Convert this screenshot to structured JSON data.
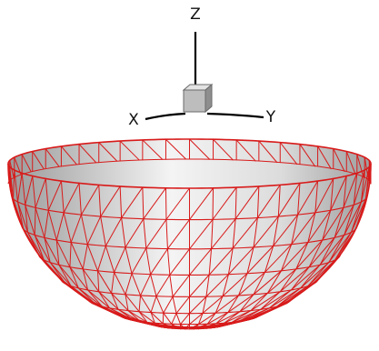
{
  "triad": {
    "z_label": "Z",
    "x_label": "X",
    "y_label": "Y",
    "axis_color": "#000000",
    "cube_color": "#bdbdbd"
  },
  "mesh": {
    "shape": "hemisphere",
    "edge_color": "#d81a1a",
    "face_color_light": "#ffffff",
    "face_color_dark": "#9a9a9a",
    "meridians": 24,
    "latitude_bands": 8
  }
}
